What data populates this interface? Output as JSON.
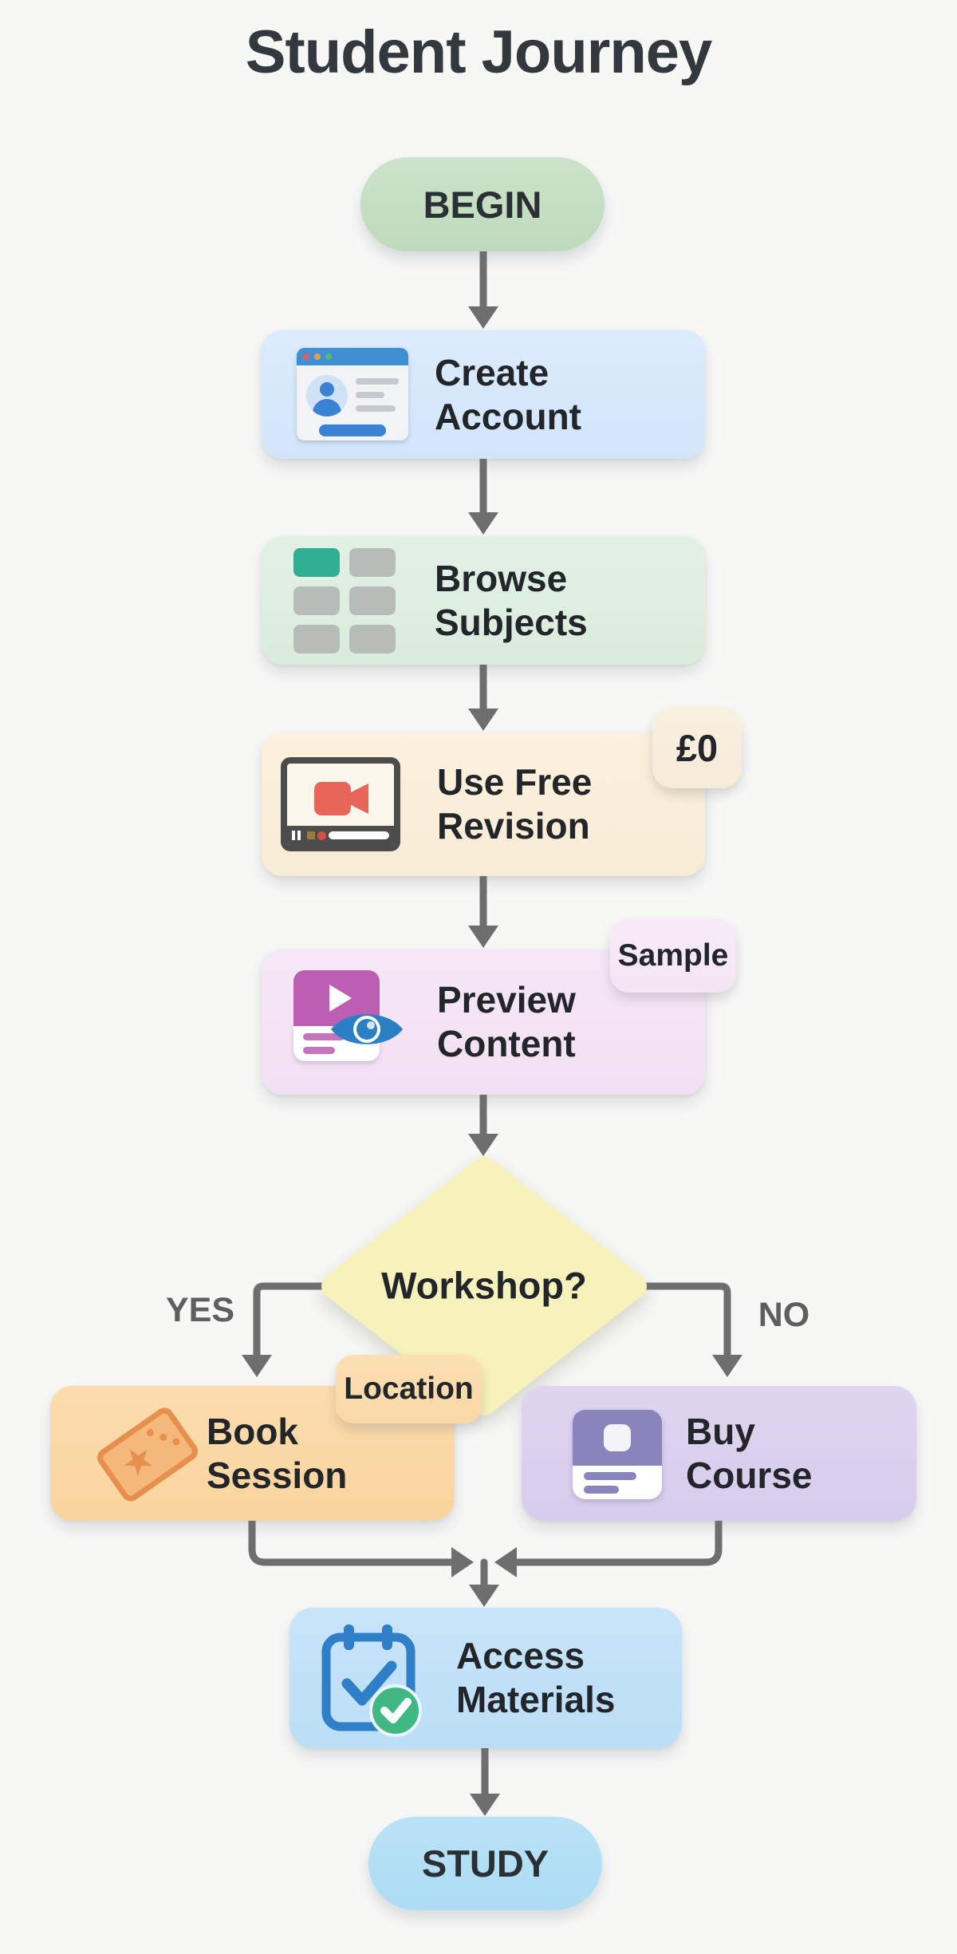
{
  "title": "Student Journey",
  "terminals": {
    "begin": "BEGIN",
    "end": "STUDY"
  },
  "steps": {
    "create_account": {
      "label": "Create\nAccount"
    },
    "browse_subjects": {
      "label": "Browse\nSubjects"
    },
    "use_free_revision": {
      "label": "Use Free\nRevision",
      "badge": "£0"
    },
    "preview_content": {
      "label": "Preview\nContent",
      "badge": "Sample"
    },
    "book_session": {
      "label": "Book\nSession",
      "badge": "Location"
    },
    "buy_course": {
      "label": "Buy\nCourse"
    },
    "access_materials": {
      "label": "Access\nMaterials"
    }
  },
  "decision": {
    "label": "Workshop?",
    "yes": "YES",
    "no": "NO"
  },
  "edges": [
    {
      "from": "BEGIN",
      "to": "Create Account"
    },
    {
      "from": "Create Account",
      "to": "Browse Subjects"
    },
    {
      "from": "Browse Subjects",
      "to": "Use Free Revision"
    },
    {
      "from": "Use Free Revision",
      "to": "Preview Content"
    },
    {
      "from": "Preview Content",
      "to": "Workshop?"
    },
    {
      "from": "Workshop?",
      "to": "Book Session",
      "label": "YES"
    },
    {
      "from": "Workshop?",
      "to": "Buy Course",
      "label": "NO"
    },
    {
      "from": "Book Session",
      "to": "Access Materials"
    },
    {
      "from": "Buy Course",
      "to": "Access Materials"
    },
    {
      "from": "Access Materials",
      "to": "STUDY"
    }
  ],
  "icons": {
    "create_account": "browser-profile-icon",
    "browse_subjects": "grid-icon",
    "use_free_revision": "video-player-icon",
    "preview_content": "media-preview-eye-icon",
    "book_session": "ticket-icon",
    "buy_course": "course-card-icon",
    "access_materials": "clipboard-check-icon"
  },
  "colors": {
    "background": "#f7f7f6",
    "begin_fill": "#c6dfc4",
    "create_fill": "#d7e9fb",
    "browse_fill": "#deeee1",
    "revision_fill": "#faeeda",
    "preview_fill": "#f4e4f5",
    "diamond_fill": "#f7f1bb",
    "book_fill": "#fbd9a7",
    "buy_fill": "#dbd1ee",
    "access_fill": "#c2e1f8",
    "study_fill": "#b4dff5",
    "arrow": "#6e6e6e",
    "text": "#22262a"
  }
}
